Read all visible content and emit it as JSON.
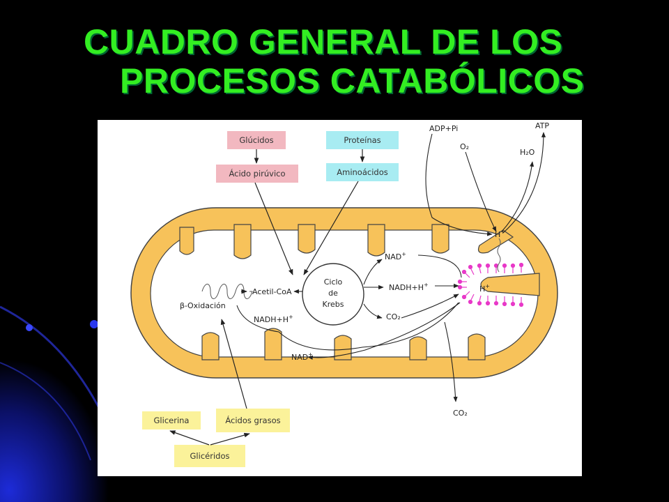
{
  "slide": {
    "title_line1": "CUADRO GENERAL DE LOS",
    "title_line2": "PROCESOS CATABÓLICOS",
    "colors": {
      "title": "#33ee22",
      "background": "#000000",
      "decor": "#1a2ad6"
    }
  },
  "diagram": {
    "boxes": {
      "glucidos": "Glúcidos",
      "acido_piruvico": "Ácido pirúvico",
      "proteinas": "Proteínas",
      "aminoacidos": "Aminoácidos",
      "glicerina": "Glicerina",
      "acidos_grasos": "Ácidos grasos",
      "gliceridos": "Glicéridos"
    },
    "labels": {
      "acetil_coa": "Acetil-CoA",
      "beta_oxidacion": "β-Oxidación",
      "ciclo": "Ciclo",
      "de": "de",
      "krebs": "Krebs",
      "nadh_h_left": "NADH+H",
      "nad_bottom": "NAD",
      "nad_top": "NAD",
      "nadh_h_right": "NADH+H",
      "co2_inner": "CO₂",
      "co2_out": "CO₂",
      "h_plus_upper": "H",
      "h_plus_lower": "H",
      "plus": "+",
      "adp_pi": "ADP+Pi",
      "atp": "ATP",
      "o2": "O₂",
      "h2o": "H₂O"
    },
    "colors": {
      "membrane": "#f7c25a",
      "matrix": "#ffffff",
      "glucid_box": "#f2b8c0",
      "protein_box": "#a8ecf2",
      "lipid_box": "#fbf29a",
      "atp_synthase": "#e838c8"
    }
  }
}
